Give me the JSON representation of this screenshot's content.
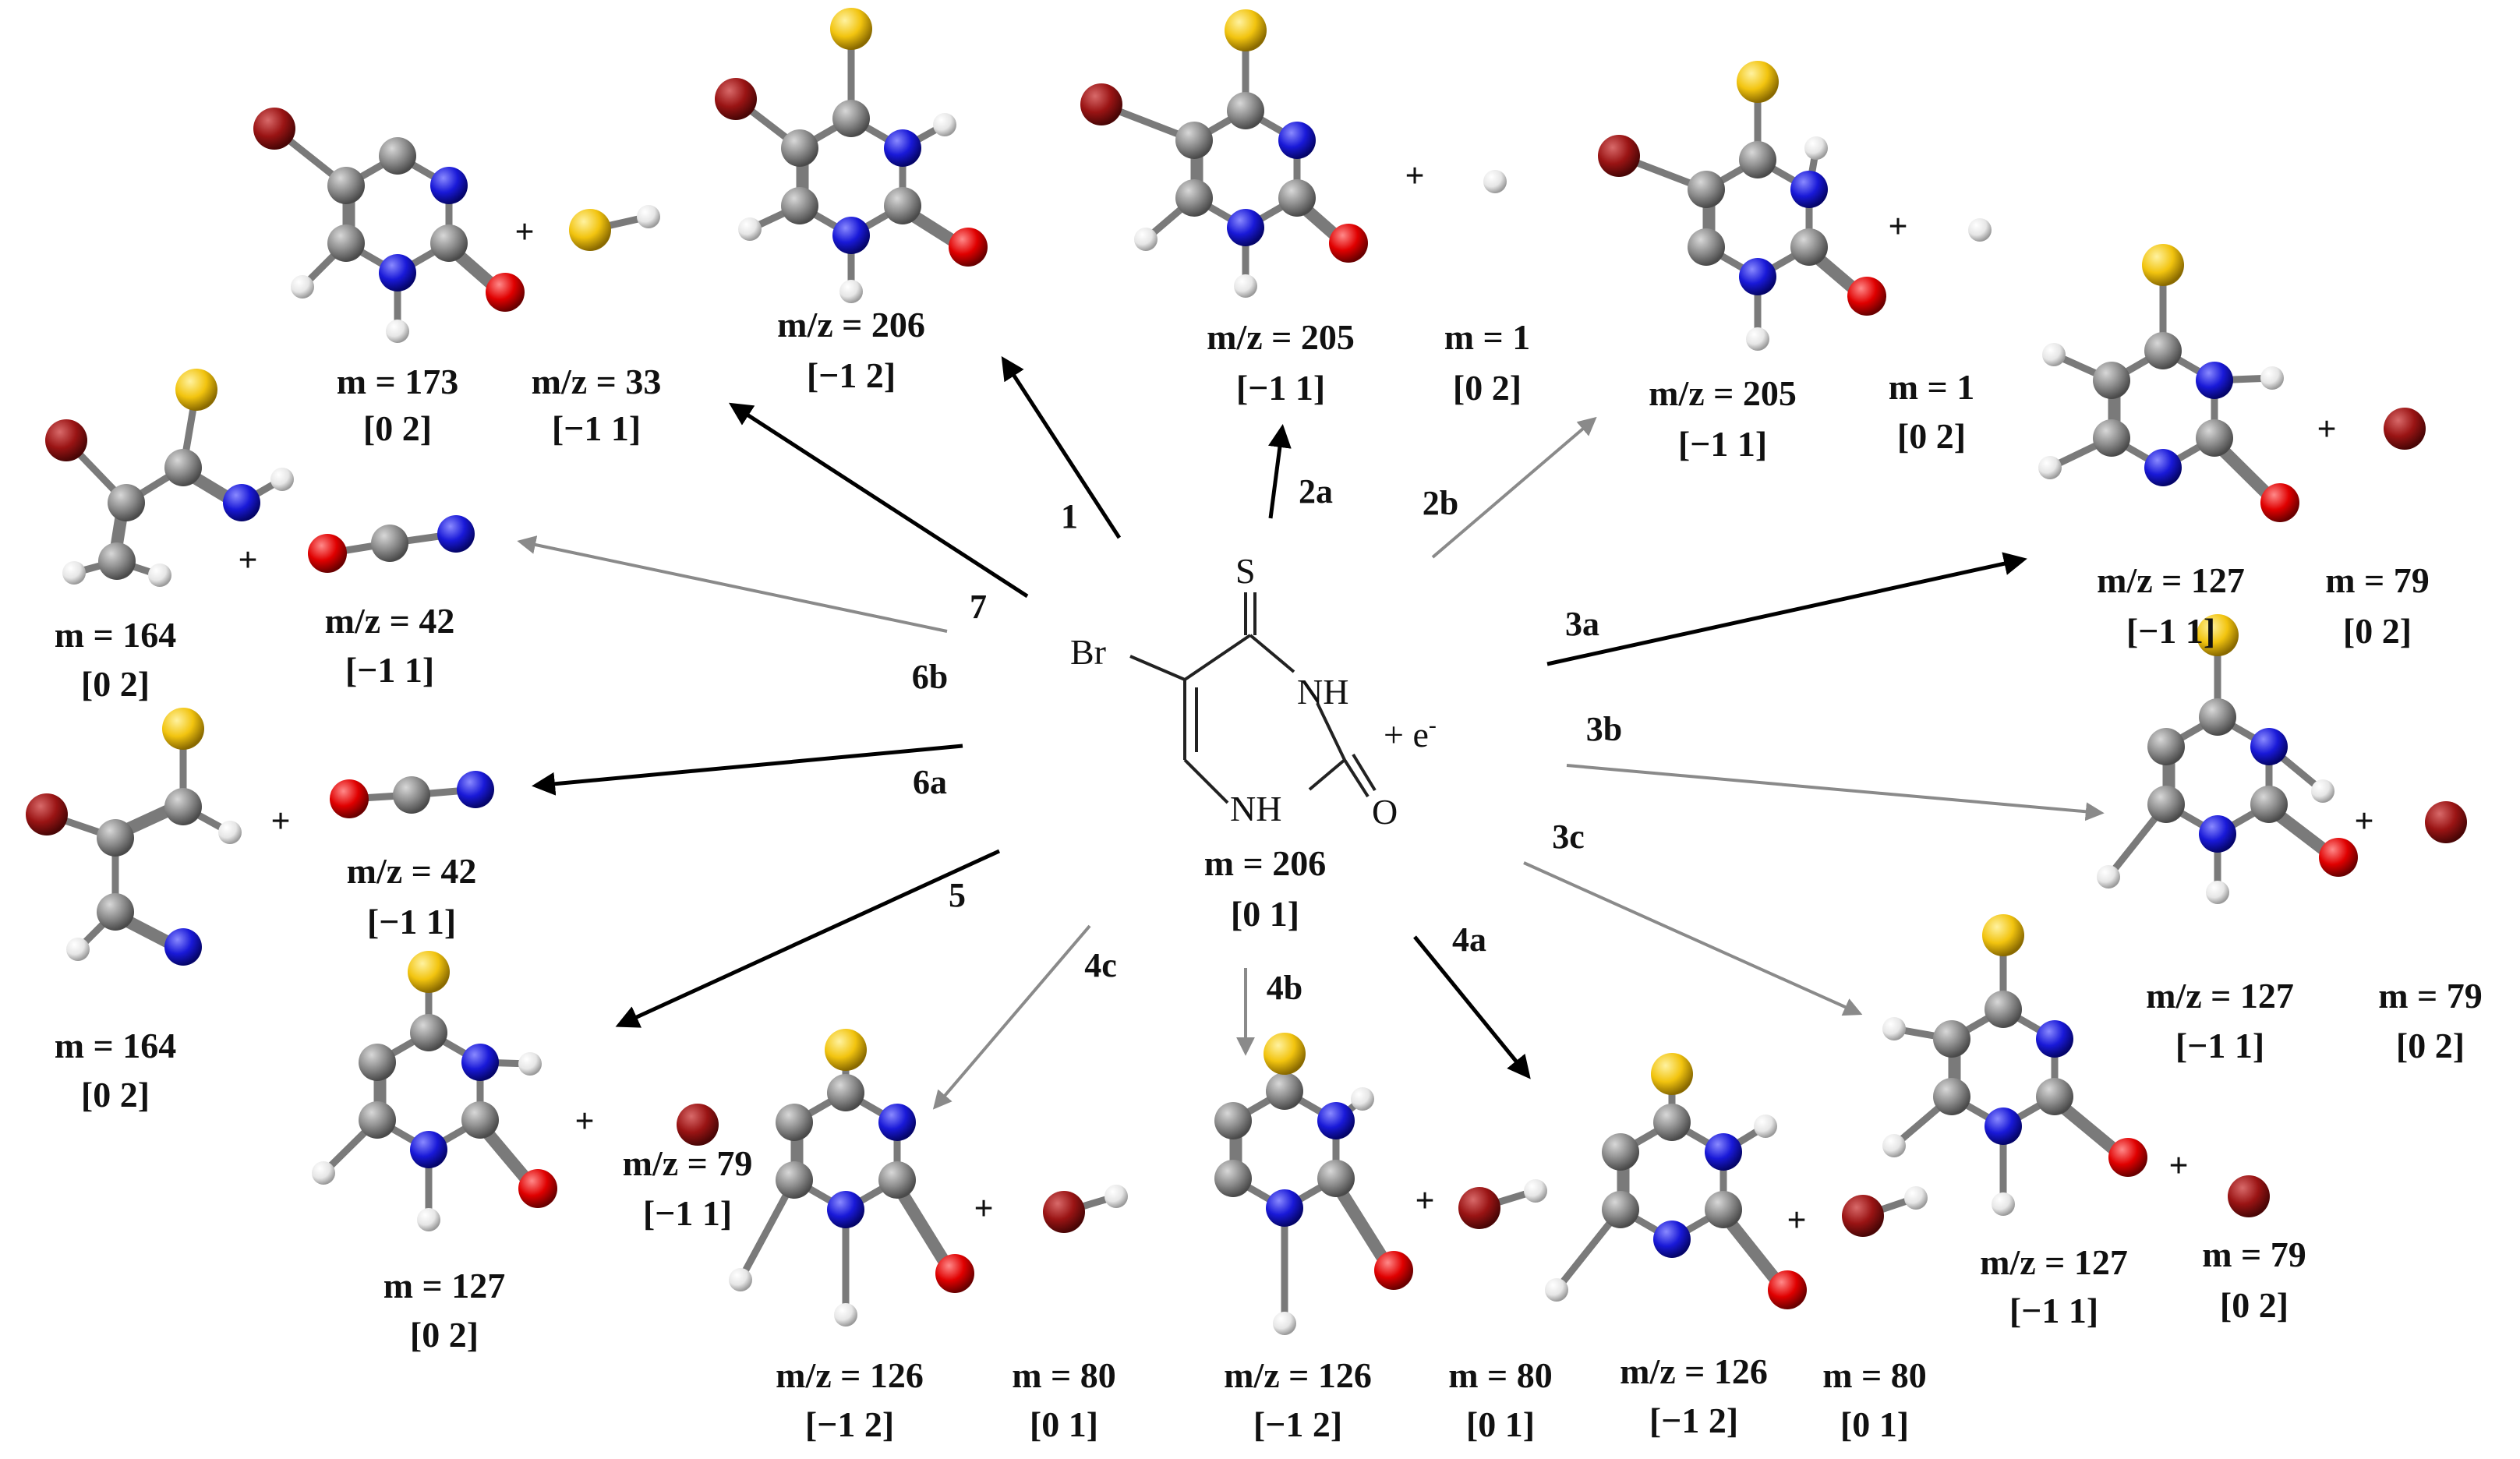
{
  "colors": {
    "arrow_dark": "#000000",
    "arrow_gray": "#8a8a8a",
    "atom_C": "#8c8c8c",
    "atom_N": "#1919d8",
    "atom_O": "#e00000",
    "atom_S": "#f2c40f",
    "atom_Br": "#9a1414",
    "atom_H": "#eeeeee"
  },
  "parent": {
    "atoms": {
      "S": "S",
      "Br": "Br",
      "NH_top": "NH",
      "NH_bottom": "NH",
      "O": "O"
    },
    "electron": "+ e",
    "electron_sup": "-",
    "mass": "m = 206",
    "charge": "[0 1]"
  },
  "pathways": {
    "p1": "1",
    "p2a": "2a",
    "p2b": "2b",
    "p3a": "3a",
    "p3b": "3b",
    "p3c": "3c",
    "p4a": "4a",
    "p4b": "4b",
    "p4c": "4c",
    "p5": "5",
    "p6a": "6a",
    "p6b": "6b",
    "p7": "7"
  },
  "labels": {
    "m173": "m = 173",
    "m173_c": "[0 2]",
    "mz33": "m/z = 33",
    "mz33_c": "[−1 1]",
    "mz206": "m/z = 206",
    "mz206_c": "[−1 2]",
    "mz205a": "m/z = 205",
    "mz205a_c": "[−1 1]",
    "m1a": "m = 1",
    "m1a_c": "[0 2]",
    "mz205b": "m/z = 205",
    "mz205b_c": "[−1 1]",
    "m1b": "m = 1",
    "m1b_c": "[0 2]",
    "mz127a": "m/z = 127",
    "mz127a_c": "[−1 1]",
    "m79a": "m = 79",
    "m79a_c": "[0 2]",
    "m164a": "m = 164",
    "m164a_c": "[0 2]",
    "mz42a": "m/z = 42",
    "mz42a_c": "[−1 1]",
    "m164b": "m = 164",
    "m164b_c": "[0 2]",
    "mz42b": "m/z = 42",
    "mz42b_c": "[−1 1]",
    "mz127b": "m/z = 127",
    "mz127b_c": "[−1 1]",
    "m79b": "m = 79",
    "m79b_c": "[0 2]",
    "mz127c": "m/z = 127",
    "mz127c_c": "[−1 1]",
    "m79c": "m = 79",
    "m79c_c": "[0 2]",
    "m127": "m = 127",
    "m127_c": "[0 2]",
    "mz79": "m/z = 79",
    "mz79_c": "[−1 1]",
    "mz126a": "m/z = 126",
    "mz126a_c": "[−1 2]",
    "m80a": "m = 80",
    "m80a_c": "[0 1]",
    "mz126b": "m/z = 126",
    "mz126b_c": "[−1 2]",
    "m80b": "m = 80",
    "m80b_c": "[0 1]",
    "mz126c": "m/z = 126",
    "mz126c_c": "[−1 2]",
    "m80c": "m = 80",
    "m80c_c": "[0 1]"
  },
  "plus_sign": "+"
}
